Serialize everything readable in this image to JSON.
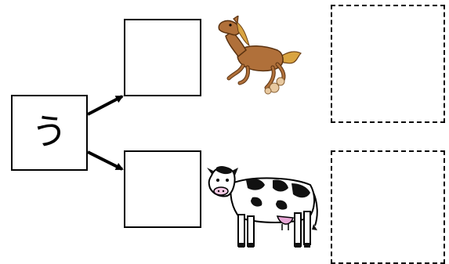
{
  "diagram": {
    "source_character": "う"
  },
  "pictures": {
    "top": "horse",
    "bottom": "cow"
  },
  "colors": {
    "line": "#000000",
    "horse_body": "#b0703a",
    "horse_mane": "#d9a441",
    "cow_spots": "#111111",
    "cow_udder": "#e7a6d6"
  }
}
